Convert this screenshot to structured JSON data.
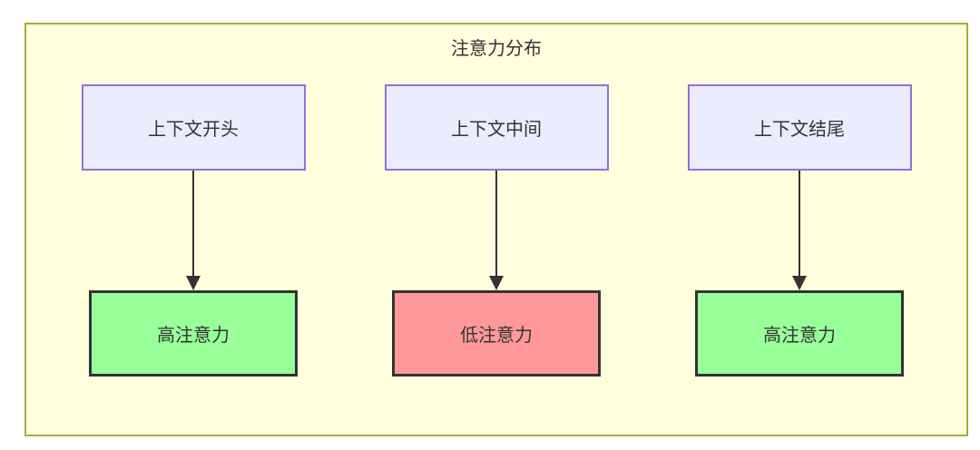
{
  "diagram": {
    "title": "注意力分布",
    "columns": [
      {
        "source": "上下文开头",
        "target": "高注意力",
        "level": "high"
      },
      {
        "source": "上下文中间",
        "target": "低注意力",
        "level": "low"
      },
      {
        "source": "上下文结尾",
        "target": "高注意力",
        "level": "high"
      }
    ],
    "colors": {
      "canvas_bg": "#ffffde",
      "canvas_border": "#aaaa33",
      "node_fill": "#ECECFF",
      "node_border": "#9370DB",
      "high_fill": "#99ff99",
      "low_fill": "#ff9999",
      "strong_border": "#333333",
      "arrow": "#333333",
      "text": "#333333"
    }
  }
}
